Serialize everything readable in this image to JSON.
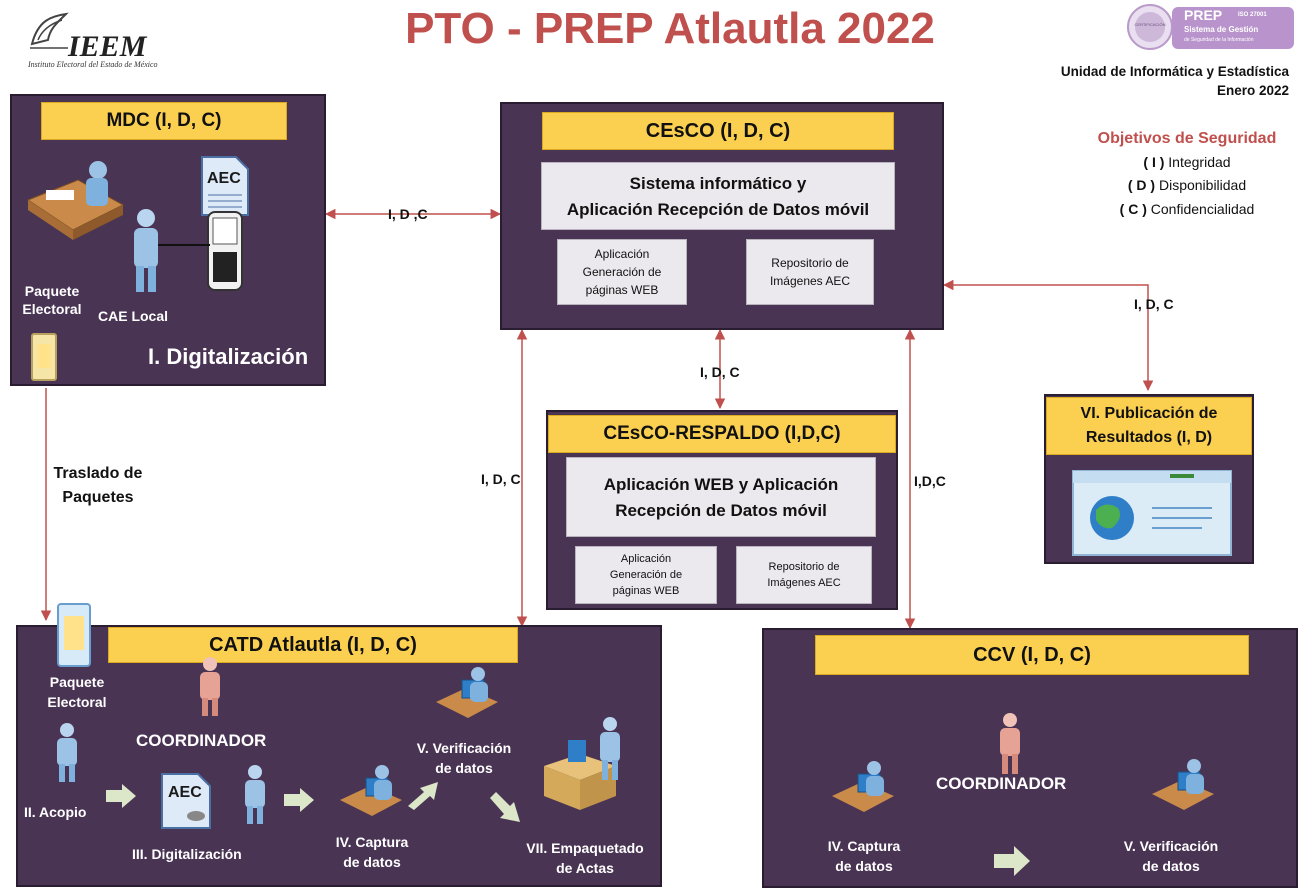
{
  "header": {
    "title": "PTO - PREP Atlautla 2022",
    "logo_text": "IEEM",
    "logo_subtitle": "Instituto Electoral del Estado de México",
    "cert_prep": "PREP",
    "cert_iso": "ISO 27001",
    "cert_line1": "Sistema de Gestión",
    "cert_line2": "de Seguridad de la Información",
    "cert_badge": "CERTIFICACIÓN",
    "unit": "Unidad de Informática y Estadística",
    "date": "Enero 2022"
  },
  "security": {
    "title": "Objetivos de Seguridad",
    "items": [
      {
        "code": "( I )",
        "label": "Integridad"
      },
      {
        "code": "( D )",
        "label": "Disponibilidad"
      },
      {
        "code": "( C )",
        "label": "Confidencialidad"
      }
    ]
  },
  "mdc": {
    "title": "MDC   (I, D, C)",
    "aec": "AEC",
    "paquete": [
      "Paquete",
      "Electoral"
    ],
    "cae": "CAE Local",
    "phase": "I. Digitalización"
  },
  "cesco": {
    "title": "CEsCO (I, D, C)",
    "system": [
      "Sistema informático y",
      "Aplicación Recepción de Datos móvil"
    ],
    "app_web": [
      "Aplicación",
      "Generación de",
      "páginas WEB"
    ],
    "repo": [
      "Repositorio de",
      "Imágenes AEC"
    ]
  },
  "respaldo": {
    "title": "CEsCO-RESPALDO (I,D,C)",
    "system": [
      "Aplicación WEB y Aplicación",
      "Recepción de Datos móvil"
    ],
    "app_web": [
      "Aplicación",
      "Generación de",
      "páginas WEB"
    ],
    "repo": [
      "Repositorio de",
      "Imágenes AEC"
    ]
  },
  "publicacion": {
    "title_line1": "VI. Publicación de",
    "title_line2": "Resultados    (I, D)"
  },
  "catd": {
    "title": "CATD  Atlautla   (I, D, C)",
    "paquete": [
      "Paquete",
      "Electoral"
    ],
    "coordinador": "COORDINADOR",
    "aec": "AEC",
    "acopio": "II. Acopio",
    "digitalizacion": "III. Digitalización",
    "captura": [
      "IV. Captura",
      "de datos"
    ],
    "verificacion": [
      "V. Verificación",
      "de datos"
    ],
    "empaquetado": [
      "VII. Empaquetado",
      "de Actas"
    ]
  },
  "ccv": {
    "title": "CCV  (I, D, C)",
    "coordinador": "COORDINADOR",
    "captura": [
      "IV. Captura",
      "de datos"
    ],
    "verificacion": [
      "V. Verificación",
      "de datos"
    ]
  },
  "connectors": {
    "mdc_cesco": "I, D ,C",
    "cesco_respaldo": "I, D, C",
    "cesco_pub": "I, D, C",
    "cesco_catd": "I, D, C",
    "cesco_ccv": "I,D,C",
    "traslado": [
      "Traslado de",
      "Paquetes"
    ]
  },
  "colors": {
    "panel": "#4a3454",
    "bar": "#fbd050",
    "arrow": "#c0504d",
    "title": "#c0504d"
  }
}
